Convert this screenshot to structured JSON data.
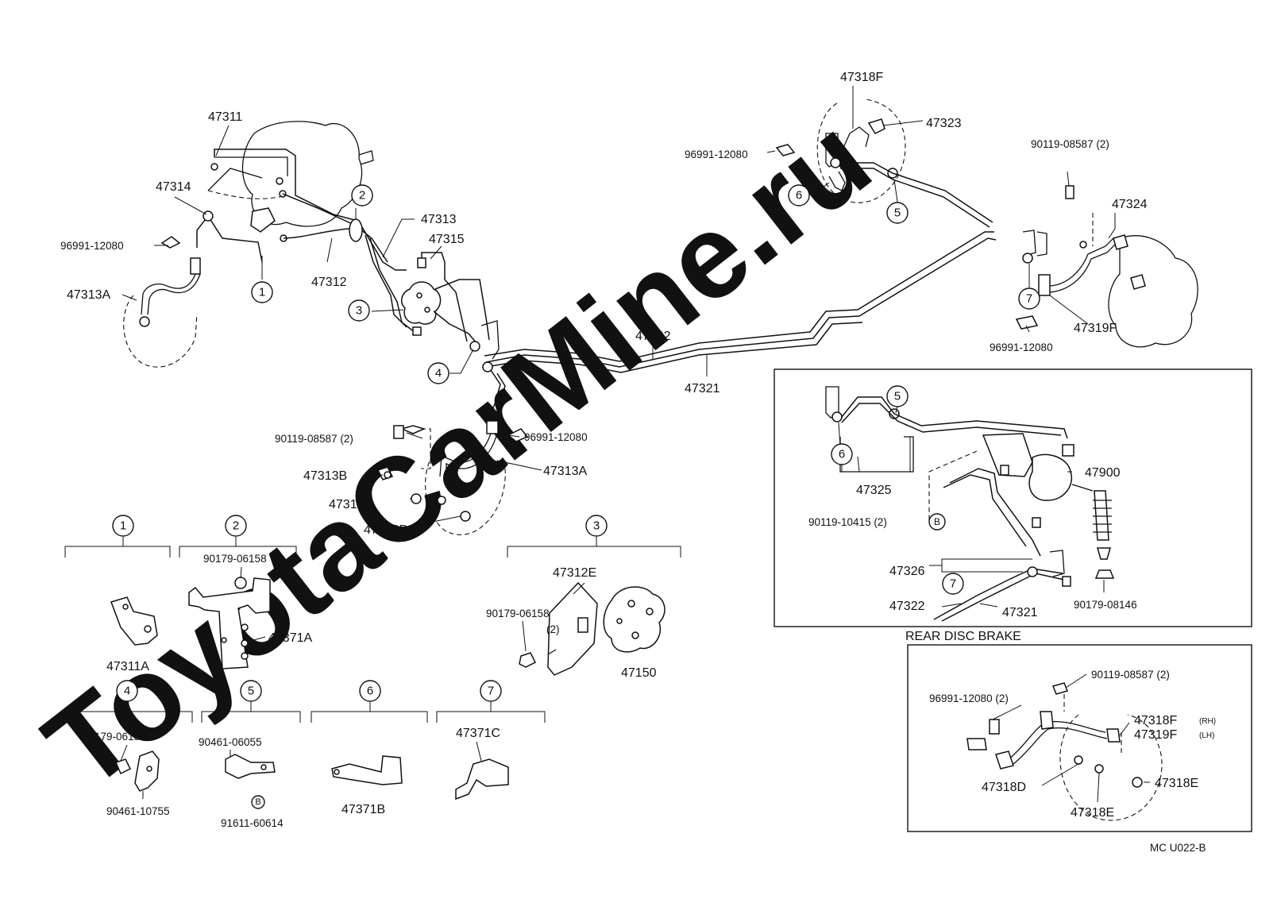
{
  "watermark": "ToyotaCarMine.ru",
  "figure_code": "MC U022-B",
  "section_title": "REAR DISC BRAKE",
  "circled_b": "B",
  "callouts": [
    "1",
    "2",
    "3",
    "4",
    "5",
    "6",
    "7"
  ],
  "labels": {
    "p47311": "47311",
    "p47314": "47314",
    "p96991_12080_a": "96991-12080",
    "p47313A_a": "47313A",
    "p47312": "47312",
    "p47313": "47313",
    "p47315": "47315",
    "p47322_a": "47322",
    "p47321_a": "47321",
    "p90119_08587_a": "90119-08587 (2)",
    "p96991_12080_b": "96991-12080",
    "p47313A_b": "47313A",
    "p47313B": "47313B",
    "p47313P_a": "47313P",
    "p47313P_b": "47313P",
    "p47318F_a": "47318F",
    "p47323": "47323",
    "p96991_12080_c": "96991-12080",
    "p90119_08587_b": "90119-08587 (2)",
    "p47324": "47324",
    "p47319F_a": "47319F",
    "p96991_12080_d": "96991-12080",
    "p47325": "47325",
    "p47900": "47900",
    "p90119_10415": "90119-10415 (2)",
    "p47326": "47326",
    "p47322_b": "47322",
    "p47321_b": "47321",
    "p90179_08146": "90179-08146",
    "p90179_06158_a": "90179-06158",
    "p47371A": "47371A",
    "p47311A": "47311A",
    "p47312E": "47312E",
    "p90179_06158_b": "90179-06158",
    "p2_qty": "(2)",
    "p47150": "47150",
    "p90179_06158_c": "90179-06158",
    "p90461_10755": "90461-10755",
    "p90461_06055": "90461-06055",
    "p91611_60614": "91611-60614",
    "p47371B": "47371B",
    "p47371C": "47371C",
    "p90119_08587_c": "90119-08587 (2)",
    "p96991_12080_e": "96991-12080 (2)",
    "p47318F_b": "47318F",
    "rh": "(RH)",
    "p47319F_b": "47319F",
    "lh": "(LH)",
    "p47318D": "47318D",
    "p47318E_a": "47318E",
    "p47318E_b": "47318E"
  }
}
